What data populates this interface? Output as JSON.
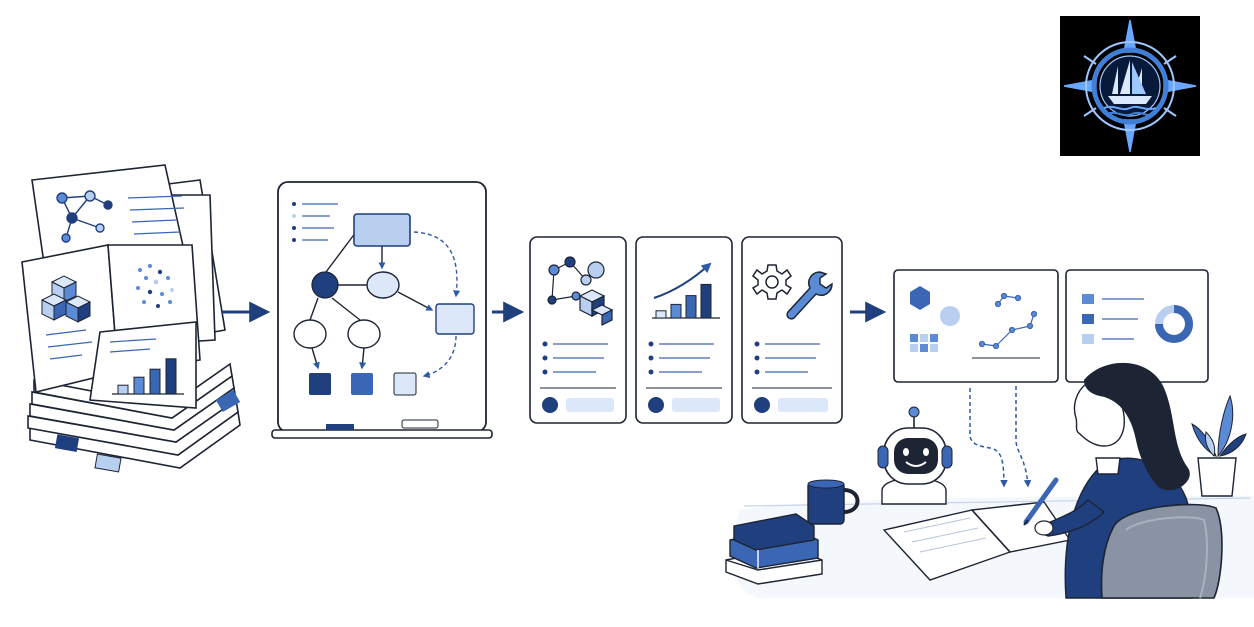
{
  "colors": {
    "navy": "#1f3f7f",
    "blue": "#3a66b3",
    "mid_blue": "#5c8bd6",
    "light_blue": "#b9cff0",
    "pale_blue": "#dce8fa",
    "ink": "#1d2433",
    "logo_bg": "#000000",
    "logo_accent": "#6aa8ff"
  },
  "stages": [
    {
      "id": "source-documents",
      "icon": "document-stack-icon"
    },
    {
      "id": "knowledge-graph",
      "icon": "graph-board-icon"
    },
    {
      "id": "analysis-cards",
      "icons": [
        "network-cubes-icon",
        "growth-chart-icon",
        "gear-wrench-icon"
      ]
    },
    {
      "id": "insight-dashboards",
      "icons": [
        "scatter-panel-icon",
        "donut-panel-icon"
      ]
    },
    {
      "id": "human-and-robot-workspace",
      "icons": [
        "robot-assistant-icon",
        "researcher-icon",
        "notebook-icon",
        "mug-icon",
        "books-icon",
        "plant-icon",
        "chair-icon"
      ]
    }
  ],
  "flow_arrows": [
    "arrow-1",
    "arrow-2",
    "arrow-3"
  ],
  "logo": {
    "icon": "compass-ship-emblem-icon"
  },
  "bar_chart_levels": [
    0.22,
    0.42,
    0.62,
    0.88
  ],
  "growth_chart_levels": [
    0.18,
    0.34,
    0.56,
    0.84
  ]
}
